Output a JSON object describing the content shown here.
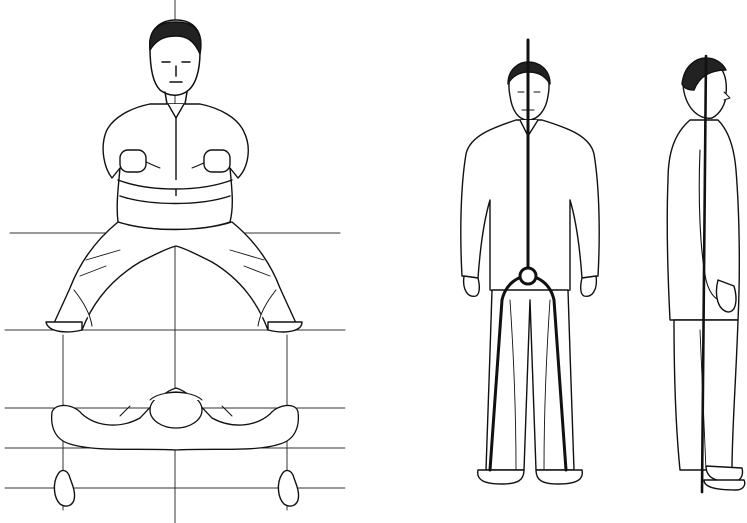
{
  "illustration": {
    "panels": [
      {
        "subject": "horse-stance-front-view-with-foot-plan"
      },
      {
        "subject": "standing-posture-front-view-with-center-line"
      },
      {
        "subject": "standing-posture-side-view-with-plumb-line"
      }
    ],
    "colors": {
      "ink": "#111111",
      "paper": "#ffffff",
      "guide": "#333333"
    }
  }
}
